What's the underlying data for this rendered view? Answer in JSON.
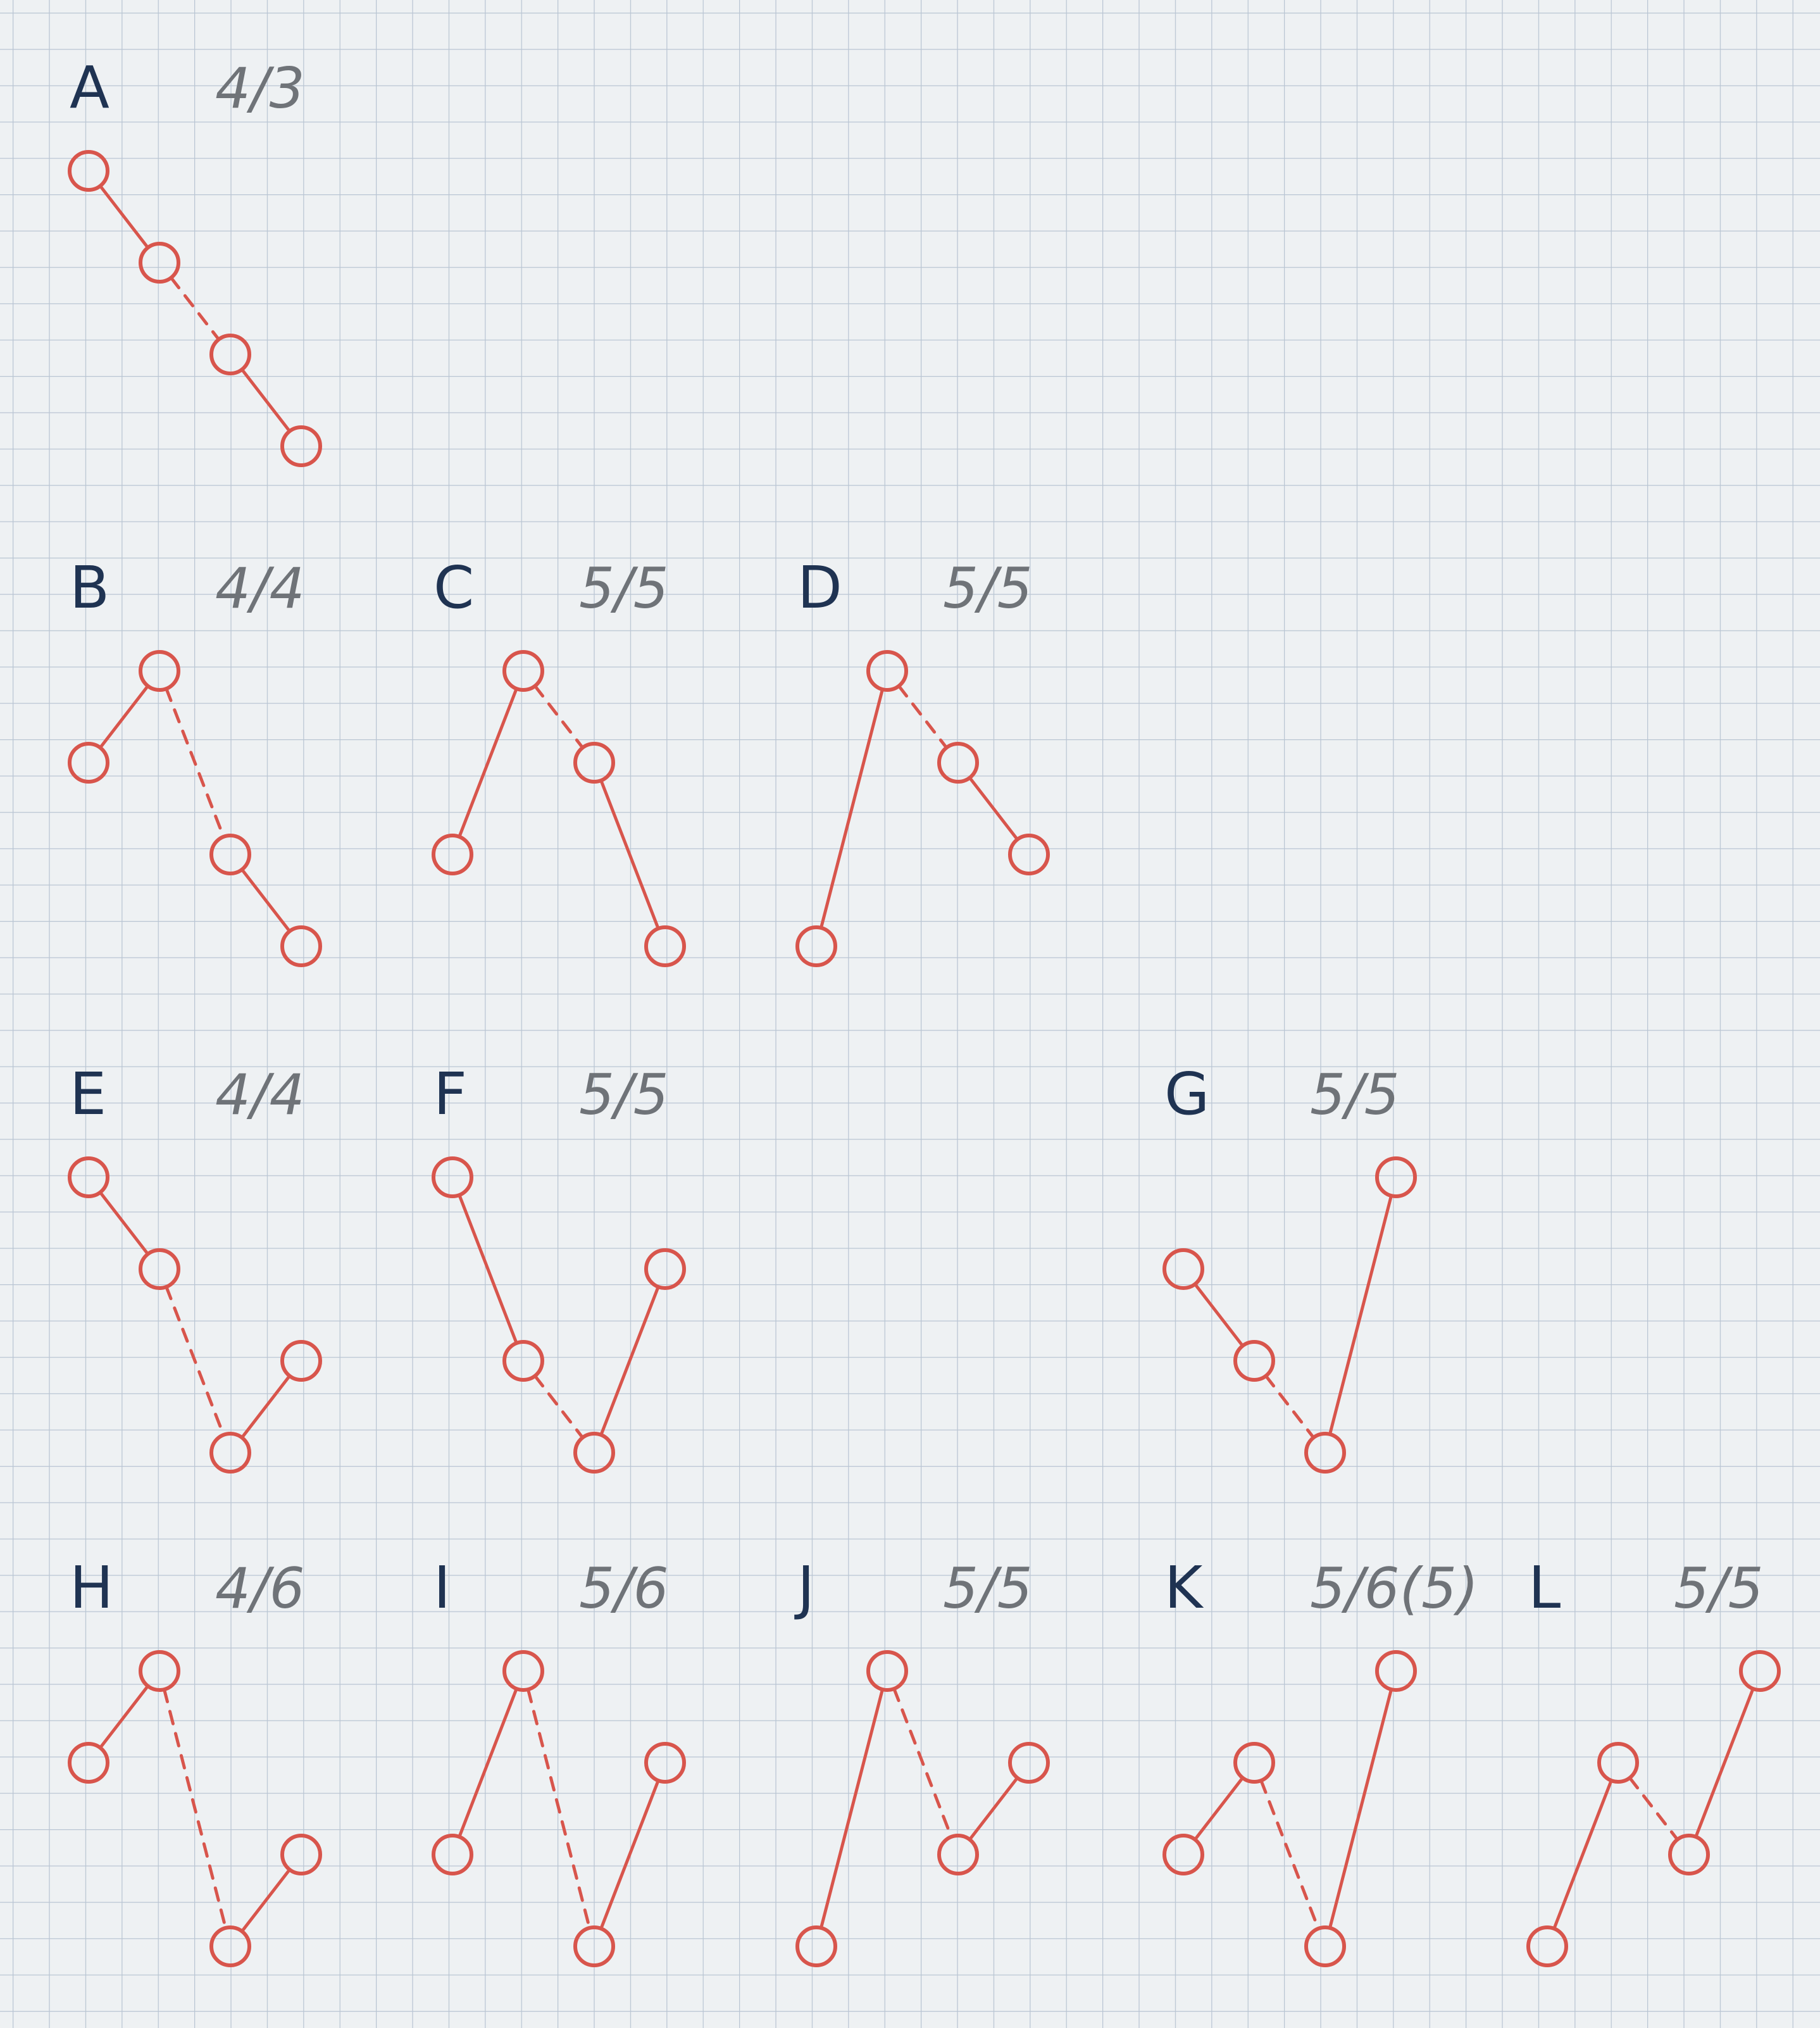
{
  "diagrams": [
    {
      "letter": "A",
      "ratio": "4/3",
      "points": [
        [
          0,
          0
        ],
        [
          1,
          1
        ],
        [
          2,
          2
        ],
        [
          3,
          3
        ]
      ],
      "edges": [
        "solid",
        "dashed",
        "solid"
      ]
    },
    {
      "letter": "B",
      "ratio": "4/4",
      "points": [
        [
          0,
          1
        ],
        [
          1,
          0
        ],
        [
          2,
          2
        ],
        [
          3,
          3
        ]
      ],
      "edges": [
        "solid",
        "dashed",
        "solid"
      ]
    },
    {
      "letter": "C",
      "ratio": "5/5",
      "points": [
        [
          0,
          2
        ],
        [
          1,
          0
        ],
        [
          2,
          1
        ],
        [
          3,
          3
        ]
      ],
      "edges": [
        "solid",
        "dashed",
        "solid"
      ]
    },
    {
      "letter": "D",
      "ratio": "5/5",
      "points": [
        [
          0,
          3
        ],
        [
          1,
          0
        ],
        [
          2,
          1
        ],
        [
          3,
          2
        ]
      ],
      "edges": [
        "solid",
        "dashed",
        "solid"
      ]
    },
    {
      "letter": "E",
      "ratio": "4/4",
      "points": [
        [
          0,
          0
        ],
        [
          1,
          1
        ],
        [
          2,
          3
        ],
        [
          3,
          2
        ]
      ],
      "edges": [
        "solid",
        "dashed",
        "solid"
      ]
    },
    {
      "letter": "F",
      "ratio": "5/5",
      "points": [
        [
          0,
          0
        ],
        [
          1,
          2
        ],
        [
          2,
          3
        ],
        [
          3,
          1
        ]
      ],
      "edges": [
        "solid",
        "dashed",
        "solid"
      ]
    },
    {
      "letter": "G",
      "ratio": "5/5",
      "points": [
        [
          0,
          1
        ],
        [
          1,
          2
        ],
        [
          2,
          3
        ],
        [
          3,
          0
        ]
      ],
      "edges": [
        "solid",
        "dashed",
        "solid"
      ]
    },
    {
      "letter": "H",
      "ratio": "4/6",
      "points": [
        [
          0,
          1
        ],
        [
          1,
          0
        ],
        [
          2,
          3
        ],
        [
          3,
          2
        ]
      ],
      "edges": [
        "solid",
        "dashed",
        "solid"
      ]
    },
    {
      "letter": "I",
      "ratio": "5/6",
      "points": [
        [
          0,
          2
        ],
        [
          1,
          0
        ],
        [
          2,
          3
        ],
        [
          3,
          1
        ]
      ],
      "edges": [
        "solid",
        "dashed",
        "solid"
      ]
    },
    {
      "letter": "J",
      "ratio": "5/5",
      "points": [
        [
          0,
          3
        ],
        [
          1,
          0
        ],
        [
          2,
          2
        ],
        [
          3,
          1
        ]
      ],
      "edges": [
        "solid",
        "dashed",
        "solid"
      ]
    },
    {
      "letter": "K",
      "ratio": "5/6(5)",
      "points": [
        [
          0,
          2
        ],
        [
          1,
          1
        ],
        [
          2,
          3
        ],
        [
          3,
          0
        ]
      ],
      "edges": [
        "solid",
        "dashed",
        "solid"
      ]
    },
    {
      "letter": "L",
      "ratio": "5/5",
      "points": [
        [
          0,
          3
        ],
        [
          1,
          1
        ],
        [
          2,
          2
        ],
        [
          3,
          0
        ]
      ],
      "edges": [
        "solid",
        "dashed",
        "solid"
      ]
    }
  ],
  "colors": {
    "paper": "#eef1f3",
    "grid": "#b9c5d3",
    "ink_red": "#d8554c",
    "ink_blue": "#1f3352",
    "ink_gray": "#6f7378"
  }
}
